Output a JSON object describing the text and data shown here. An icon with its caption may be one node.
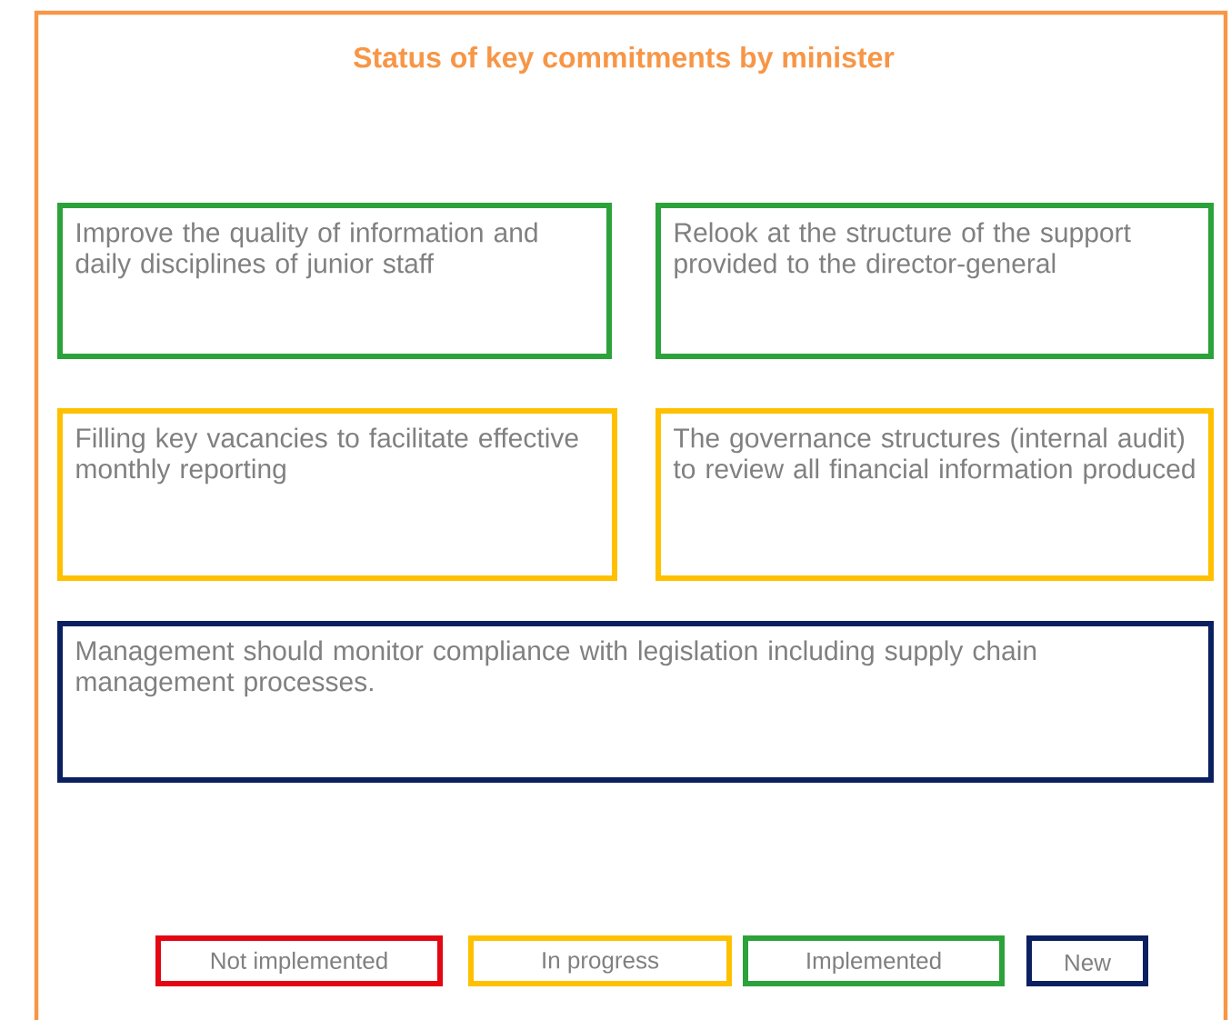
{
  "diagram": {
    "title": "Status of key commitments by minister",
    "nodes": [
      {
        "text": [
          "Improve the quality of information and daily disciplines of junior staff"
        ]
      },
      {
        "text": [
          "Relook at the structure of the support provided to the director-general"
        ]
      },
      {
        "text": [
          "Filling key vacancies to facilitate effective monthly reporting"
        ]
      },
      {
        "text": [
          "The governance structures (internal audit) to review all financial information produced"
        ]
      },
      {
        "text": [
          "Management should monitor compliance with legislation including supply chain management processes."
        ]
      }
    ],
    "legend": [
      {
        "text": "Not implemented",
        "color": "#e30613"
      },
      {
        "text": "In progress",
        "color": "#ffc000"
      },
      {
        "text": "Implemented",
        "color": "#2ca23a"
      },
      {
        "text": "New",
        "color": "#0b2060"
      }
    ]
  }
}
